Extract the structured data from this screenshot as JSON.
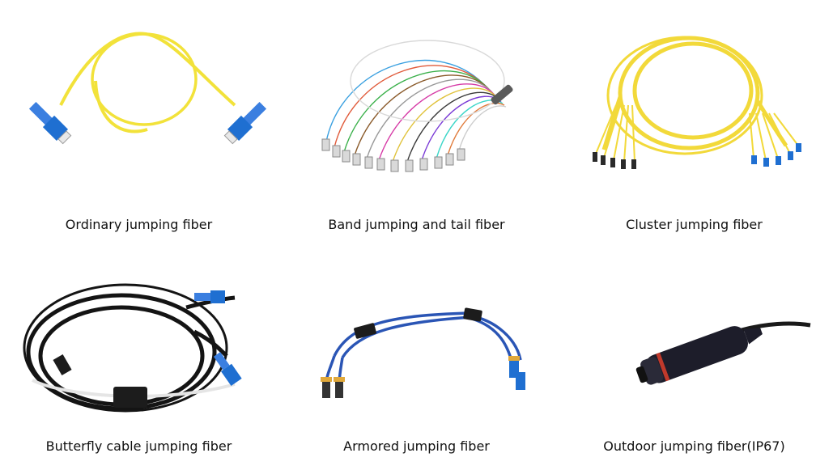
{
  "products": [
    {
      "caption": "Ordinary jumping fiber"
    },
    {
      "caption": "Band jumping and tail fiber"
    },
    {
      "caption": "Cluster jumping fiber"
    },
    {
      "caption": "Butterfly cable jumping fiber"
    },
    {
      "caption": "Armored jumping fiber"
    },
    {
      "caption": "Outdoor jumping fiber(IP67)"
    }
  ],
  "colors": {
    "yellow_cable": "#f2e23a",
    "blue_connector": "#1f6fd1",
    "black_cable": "#141414",
    "armored_blue": "#2a55b5"
  }
}
